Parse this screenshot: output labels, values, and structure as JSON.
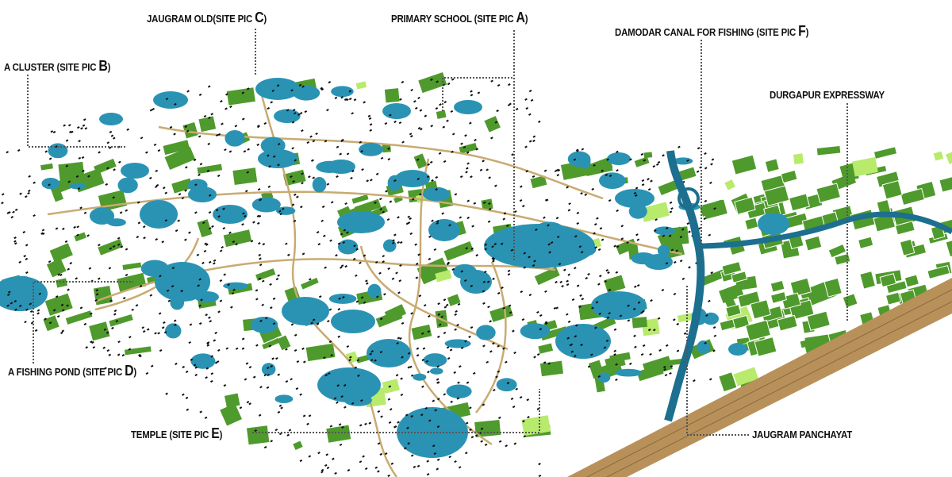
{
  "title": "Jaugram site map",
  "labels": {
    "cluster": {
      "text": "A CLUSTER (SITE PIC ",
      "letter": "B",
      "close": ")"
    },
    "jaugram_old": {
      "text": "JAUGRAM OLD(SITE PIC ",
      "letter": "C",
      "close": ")"
    },
    "primary_school": {
      "text": "PRIMARY SCHOOL (SITE PIC ",
      "letter": "A",
      "close": ")"
    },
    "damodar_canal": {
      "text": "DAMODAR CANAL FOR FISHING (SITE PIC ",
      "letter": "F",
      "close": ")"
    },
    "expressway": {
      "text": "DURGAPUR EXPRESSWAY"
    },
    "fishing_pond": {
      "text": "A FISHING POND (SITE PIC ",
      "letter": "D",
      "close": ")"
    },
    "temple": {
      "text": "TEMPLE (SITE PIC ",
      "letter": "E",
      "close": ")"
    },
    "panchayat": {
      "text": "JAUGRAM PANCHAYAT"
    }
  },
  "colors": {
    "pond": "#2a93b4",
    "field": "#4f9a2c",
    "light_field": "#b8ea6c",
    "road": "#c9ab72",
    "expressway": "#b8915a",
    "canal": "#1c6f8e",
    "building": "#111111"
  }
}
